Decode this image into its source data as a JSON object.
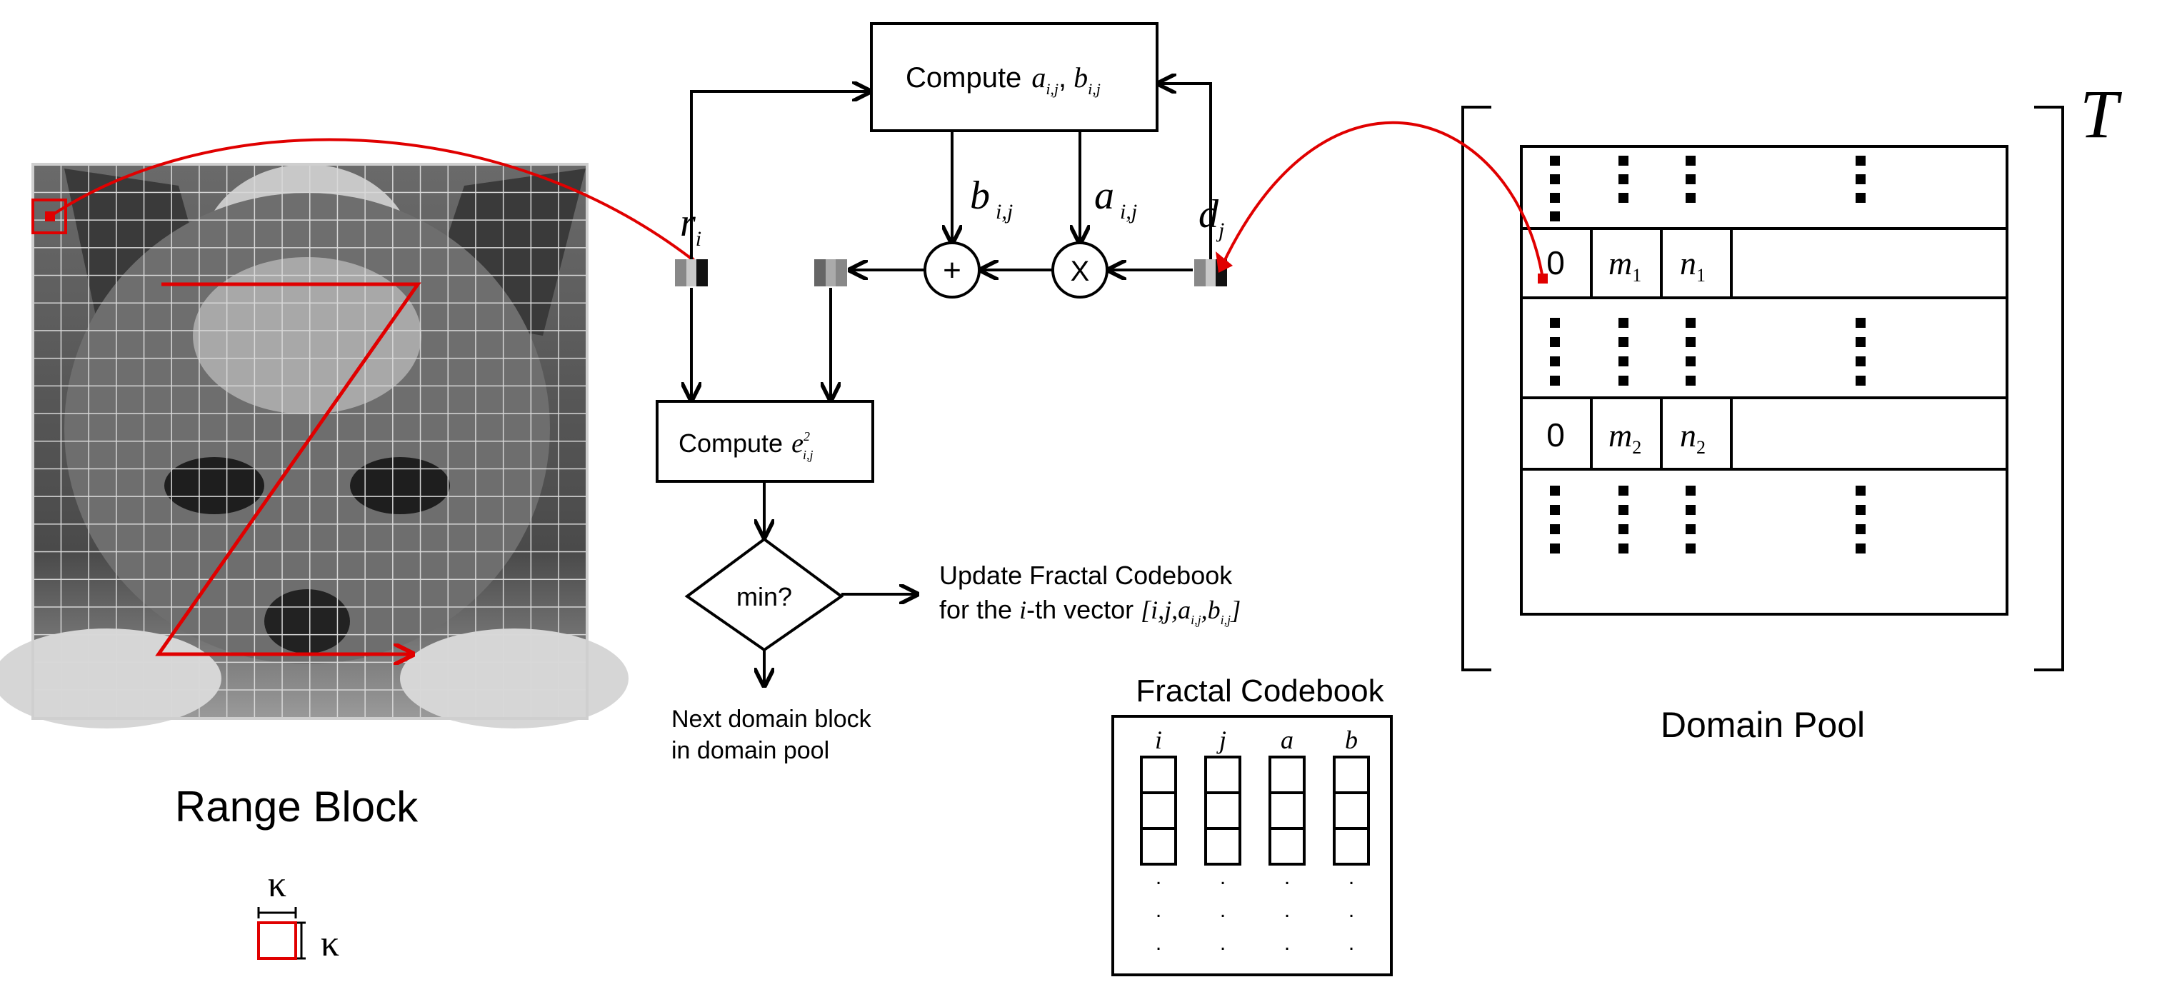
{
  "range_block": {
    "label": "Range Block"
  },
  "size_legend": {
    "k_top": "κ",
    "k_side": "κ"
  },
  "inputs": {
    "r": "r",
    "r_sub": "i",
    "d": "d",
    "d_sub": "j"
  },
  "params": {
    "b": "b",
    "b_sub": "i,j",
    "a": "a",
    "a_sub": "i,j"
  },
  "compute_ab": {
    "prefix": "Compute",
    "a": "a",
    "a_sub": "i,j",
    "sep": ",",
    "b": "b",
    "b_sub": "i,j"
  },
  "compute_e": {
    "prefix": "Compute",
    "e": "e",
    "e_sup": "2",
    "e_sub": "i,j"
  },
  "ops": {
    "add": "+",
    "mul": "X"
  },
  "decision": {
    "label": "min?"
  },
  "update": {
    "line1": "Update Fractal Codebook",
    "line2_prefix": "for the ",
    "line2_i": "i",
    "line2_suffix": "-th vector ",
    "vector": "[i,j,a",
    "vector_sub1": "i,j",
    "vector_mid": ",b",
    "vector_sub2": "i,j",
    "vector_end": "]"
  },
  "next": {
    "line1": "Next domain block",
    "line2": "in domain pool"
  },
  "codebook": {
    "title": "Fractal Codebook",
    "cols": [
      "i",
      "j",
      "a",
      "b"
    ],
    "dots": "."
  },
  "domain_pool": {
    "label": "Domain Pool",
    "T": "T",
    "rows": [
      {
        "zero": "0",
        "m": "m",
        "m_sub": "1",
        "n": "n",
        "n_sub": "1"
      },
      {
        "zero": "0",
        "m": "m",
        "m_sub": "2",
        "n": "n",
        "n_sub": "2"
      }
    ]
  }
}
